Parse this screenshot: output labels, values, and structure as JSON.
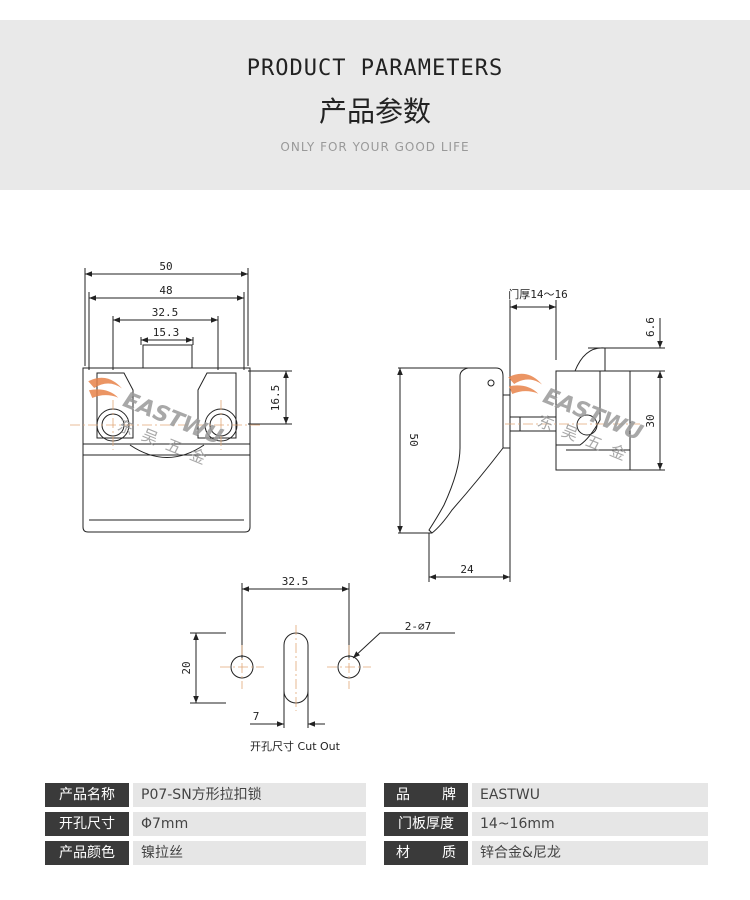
{
  "header": {
    "title_en": "PRODUCT PARAMETERS",
    "title_cn": "产品参数",
    "tagline": "ONLY FOR YOUR GOOD LIFE"
  },
  "watermark": {
    "brand": "EASTWU",
    "cn": "东吴五金"
  },
  "drawing": {
    "front_dims": {
      "d50": "50",
      "d48": "48",
      "d32_5": "32.5",
      "d15_3": "15.3",
      "d16_5": "16.5"
    },
    "side_dims": {
      "door": "门厚14～16",
      "d6_6": "6.6",
      "d30": "30",
      "d50": "50",
      "d24": "24"
    },
    "cutout_dims": {
      "d32_5": "32.5",
      "d20": "20",
      "d7": "7",
      "holes": "2-∅7"
    },
    "cutout_caption": "开孔尺寸 Cut Out"
  },
  "params": {
    "rows": [
      {
        "left_label": "产品名称",
        "left_value": "P07-SN方形拉扣锁",
        "right_label": "品　　牌",
        "right_value": "EASTWU"
      },
      {
        "left_label": "开孔尺寸",
        "left_value": "Φ7mm",
        "right_label": "门板厚度",
        "right_value": "14~16mm"
      },
      {
        "left_label": "产品颜色",
        "left_value": "镍拉丝",
        "right_label": "材　　质",
        "right_value": "锌合金&尼龙"
      }
    ]
  },
  "colors": {
    "banner_bg": "#e9e9e9",
    "label_bg": "#3a3a3a",
    "value_bg": "#e6e6e6",
    "center_line": "#e2a878",
    "logo_orange": "#e8834a"
  }
}
